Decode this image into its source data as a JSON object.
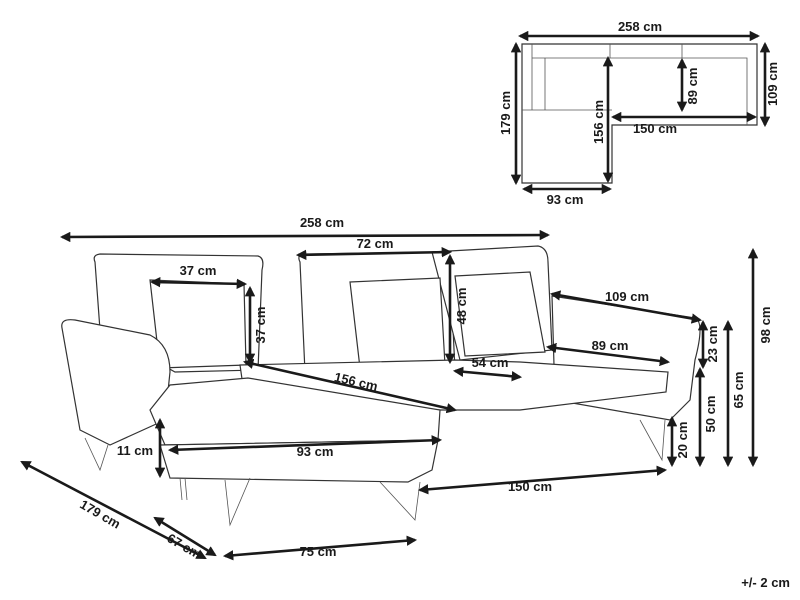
{
  "top_view": {
    "width": "258 cm",
    "depth_right": "109 cm",
    "depth_left": "179 cm",
    "chaise_inner": "156 cm",
    "seat_depth": "89 cm",
    "seat_width": "150 cm",
    "chaise_width": "93 cm"
  },
  "main_view": {
    "total_width": "258 cm",
    "back_cushion_width": "72 cm",
    "pillow_width": "37 cm",
    "pillow_height": "37 cm",
    "back_cushion_height": "48 cm",
    "arm_depth": "109 cm",
    "chaise_length": "156 cm",
    "seat_depth_small": "54 cm",
    "seat_depth": "89 cm",
    "arm_height_above_seat": "23 cm",
    "total_height": "98 cm",
    "arm_height": "65 cm",
    "seat_height": "50 cm",
    "leg_height": "20 cm",
    "chaise_leg_height": "11 cm",
    "chaise_width": "93 cm",
    "main_width": "150 cm",
    "total_depth": "179 cm",
    "chaise_front": "67 cm",
    "chaise_front_width": "75 cm"
  },
  "tolerance": "+/- 2 cm"
}
